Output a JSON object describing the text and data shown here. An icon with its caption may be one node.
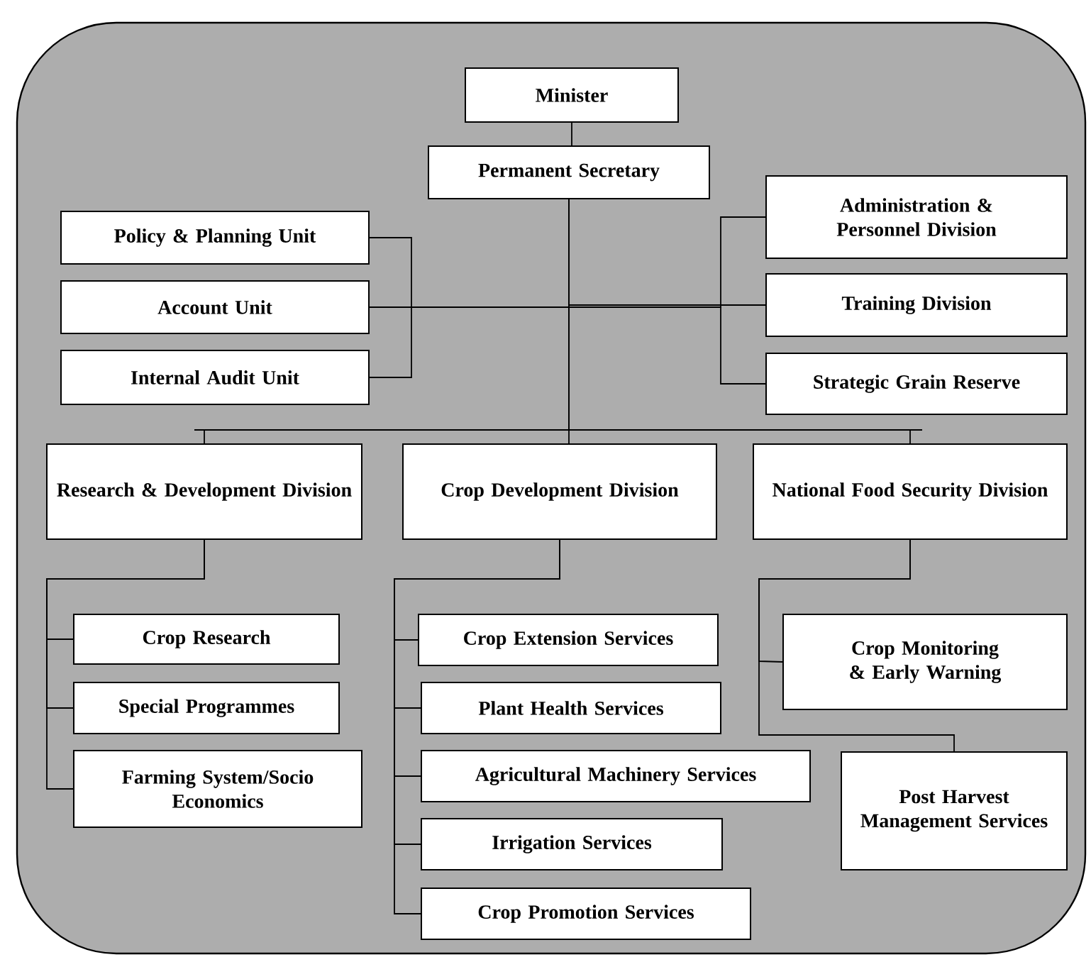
{
  "diagram": {
    "nodes": [
      {
        "text": [
          "Minister"
        ]
      },
      {
        "text": [
          "Permanent Secretary"
        ]
      },
      {
        "text": [
          "Policy & Planning Unit"
        ]
      },
      {
        "text": [
          "Account Unit"
        ]
      },
      {
        "text": [
          "Internal Audit Unit"
        ]
      },
      {
        "text": [
          "Administration & Personnel Division"
        ]
      },
      {
        "text": [
          "Training Division"
        ]
      },
      {
        "text": [
          "Strategic Grain Reserve"
        ]
      },
      {
        "text": [
          "Research & Development Division"
        ]
      },
      {
        "text": [
          "Crop Development Division"
        ]
      },
      {
        "text": [
          "National Food Security Division"
        ]
      },
      {
        "text": [
          "Crop Research"
        ]
      },
      {
        "text": [
          "Special Programmes"
        ]
      },
      {
        "text": [
          "Farming System/Socio Economics"
        ]
      },
      {
        "text": [
          "Crop Extension Services"
        ]
      },
      {
        "text": [
          "Plant Health Services"
        ]
      },
      {
        "text": [
          "Agricultural Machinery Services"
        ]
      },
      {
        "text": [
          "Irrigation Services"
        ]
      },
      {
        "text": [
          "Crop Promotion Services"
        ]
      },
      {
        "text": [
          "Crop Monitoring & Early Warning"
        ]
      },
      {
        "text": [
          "Post Harvest Management Services"
        ]
      }
    ],
    "edges": [
      {
        "from": 0,
        "to": 1,
        "arrow": "none"
      },
      {
        "from": 1,
        "to": 2,
        "arrow": "none"
      },
      {
        "from": 1,
        "to": 3,
        "arrow": "none"
      },
      {
        "from": 1,
        "to": 4,
        "arrow": "none"
      },
      {
        "from": 1,
        "to": 5,
        "arrow": "none"
      },
      {
        "from": 1,
        "to": 6,
        "arrow": "none"
      },
      {
        "from": 1,
        "to": 7,
        "arrow": "none"
      },
      {
        "from": 1,
        "to": 8,
        "arrow": "none"
      },
      {
        "from": 1,
        "to": 9,
        "arrow": "none"
      },
      {
        "from": 1,
        "to": 10,
        "arrow": "none"
      },
      {
        "from": 8,
        "to": 11,
        "arrow": "none"
      },
      {
        "from": 8,
        "to": 12,
        "arrow": "none"
      },
      {
        "from": 8,
        "to": 13,
        "arrow": "none"
      },
      {
        "from": 9,
        "to": 14,
        "arrow": "none"
      },
      {
        "from": 9,
        "to": 15,
        "arrow": "none"
      },
      {
        "from": 9,
        "to": 16,
        "arrow": "none"
      },
      {
        "from": 9,
        "to": 17,
        "arrow": "none"
      },
      {
        "from": 9,
        "to": 18,
        "arrow": "none"
      },
      {
        "from": 10,
        "to": 19,
        "arrow": "none"
      },
      {
        "from": 10,
        "to": 20,
        "arrow": "none"
      }
    ]
  }
}
